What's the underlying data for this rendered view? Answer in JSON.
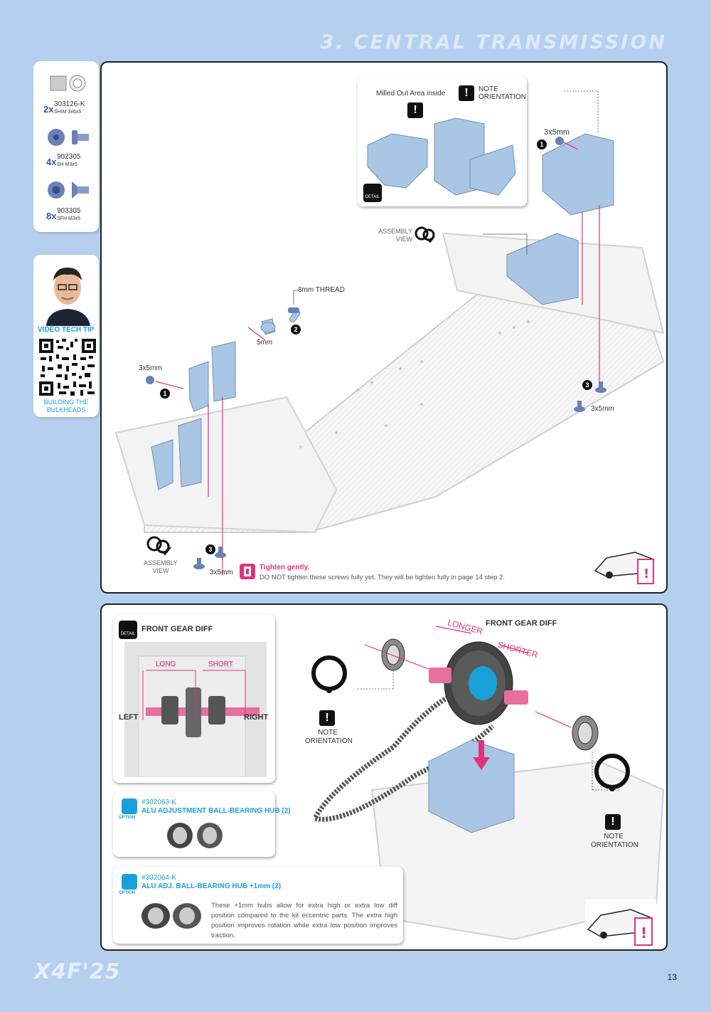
{
  "header": {
    "title": "3. CENTRAL TRANSMISSION"
  },
  "parts_box": {
    "items": [
      {
        "qty": "2x",
        "code": "303126-K",
        "desc": "SHIM 3x6x5",
        "icon": "shim-icon"
      },
      {
        "qty": "4x",
        "code": "902305",
        "desc": "SH M3x5",
        "icon": "screw-icon"
      },
      {
        "qty": "8x",
        "code": "903305",
        "desc": "SFH M3x5",
        "icon": "flathead-screw-icon"
      }
    ]
  },
  "video_tip": {
    "label": "VIDEO TECH TIP",
    "caption": "BUILDING THE BULKHEADS"
  },
  "step1": {
    "milled_label": "Milled Out Area inside",
    "note_orientation": "NOTE ORIENTATION",
    "detail_label": "DETAIL",
    "screw_3x5_a": "3x5mm",
    "screw_3x5_b": "3x5mm",
    "screw_3x5_c": "3x5mm",
    "screw_3x5_d": "3x5mm",
    "thread_label": "8mm THREAD",
    "spacer_5mm": "5mm",
    "assembly_view_a": "ASSEMBLY VIEW",
    "assembly_view_b": "ASSEMBLY VIEW",
    "badge_1": "1",
    "badge_2": "2",
    "badge_3": "3",
    "tighten_title": "Tighten gently.",
    "tighten_text": "DO NOT tighten these screws fully yet. They will be tighten fully in page 14 step 2."
  },
  "step2": {
    "detail_label": "DETAIL",
    "front_gear_diff_a": "FRONT GEAR DIFF",
    "front_gear_diff_b": "FRONT GEAR DIFF",
    "long": "LONG",
    "short": "SHORT",
    "left": "LEFT",
    "right": "RIGHT",
    "longer": "LONGER",
    "shorter": "SHORTER",
    "note_orientation_a": "NOTE ORIENTATION",
    "note_orientation_b": "NOTE ORIENTATION",
    "option1": {
      "code": "#302063-K",
      "name": "ALU ADJUSTMENT BALL-BEARING HUB (2)",
      "tag": "OPTION"
    },
    "option2": {
      "code": "#302064-K",
      "name": "ALU ADJ. BALL-BEARING HUB +1mm (2)",
      "tag": "OPTION",
      "desc": "These +1mm hubs allow for extra high or extra low diff position compared to the kit eccentric parts. The extra high position improves rotation while extra low position improves traction."
    }
  },
  "footer": {
    "brand": "X4F'25",
    "page": "13"
  },
  "colors": {
    "background": "#b5cfee",
    "accent_pink": "#e0337b",
    "accent_cyan": "#1aa0d8",
    "part_blue": "#a9c6e4"
  }
}
